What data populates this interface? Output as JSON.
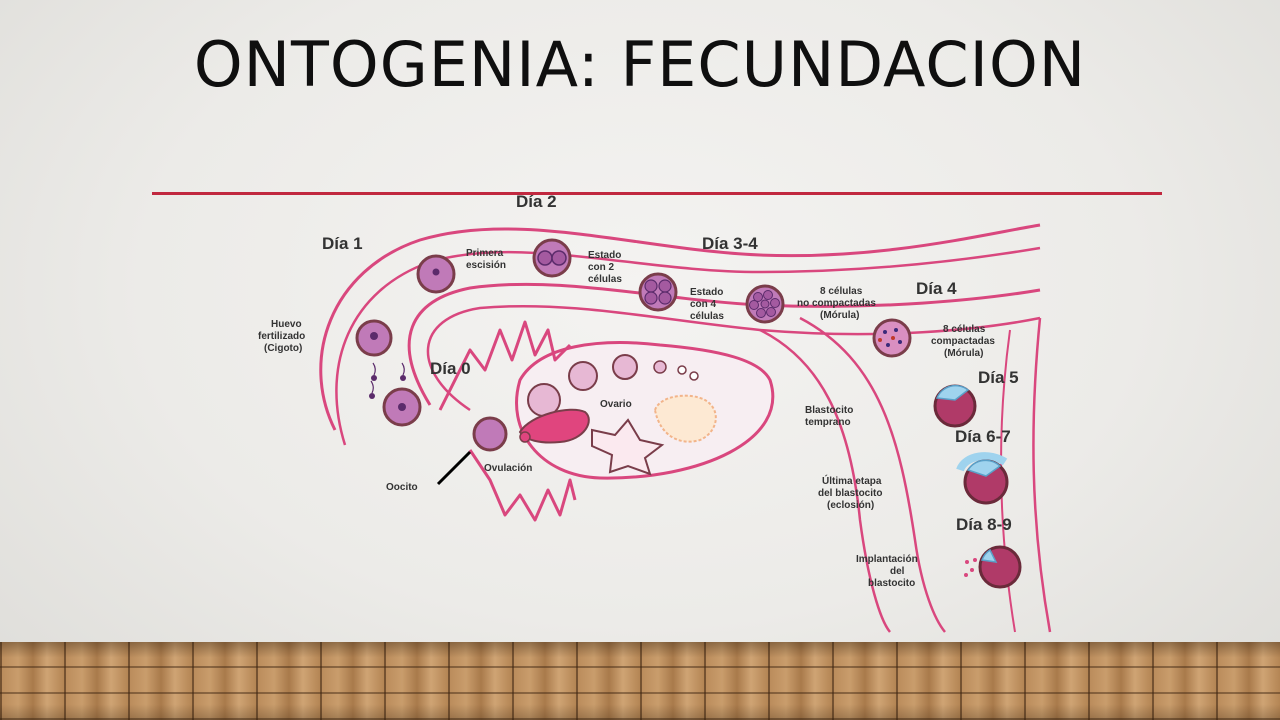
{
  "slide": {
    "title": "ONTOGENIA:  FECUNDACION"
  },
  "colors": {
    "accent_rule": "#c1283f",
    "tract_line": "#d9477e",
    "cell_fill": "#c07ab8",
    "cell_rim": "#7a3d4a"
  },
  "diagram": {
    "labels": {
      "dia2": "Día 2",
      "dia1": "Día 1",
      "primera_1": "Primera",
      "primera_2": "escisión",
      "estado2_1": "Estado",
      "estado2_2": "con 2",
      "estado2_3": "células",
      "dia34": "Día 3-4",
      "estado4_1": "Estado",
      "estado4_2": "con 4",
      "estado4_3": "células",
      "nc_1": "8 células",
      "nc_2": "no compactadas",
      "nc_3": "(Mórula)",
      "dia4": "Día 4",
      "c_1": "8 células",
      "c_2": "compactadas",
      "c_3": "(Mórula)",
      "huevo_1": "Huevo",
      "huevo_2": "fertilizado",
      "huevo_3": "(Cigoto)",
      "dia0": "Día 0",
      "ovario": "Ovario",
      "blast_temp_1": "Blastocito",
      "blast_temp_2": "temprano",
      "dia5": "Día 5",
      "dia67": "Día 6-7",
      "ovulacion": "Ovulación",
      "oocito": "Oocito",
      "ultima_1": "Última etapa",
      "ultima_2": "del blastocito",
      "ultima_3": "(eclosión)",
      "dia89": "Día 8-9",
      "impl_1": "Implantación",
      "impl_2": "del",
      "impl_3": "blastocito"
    }
  }
}
